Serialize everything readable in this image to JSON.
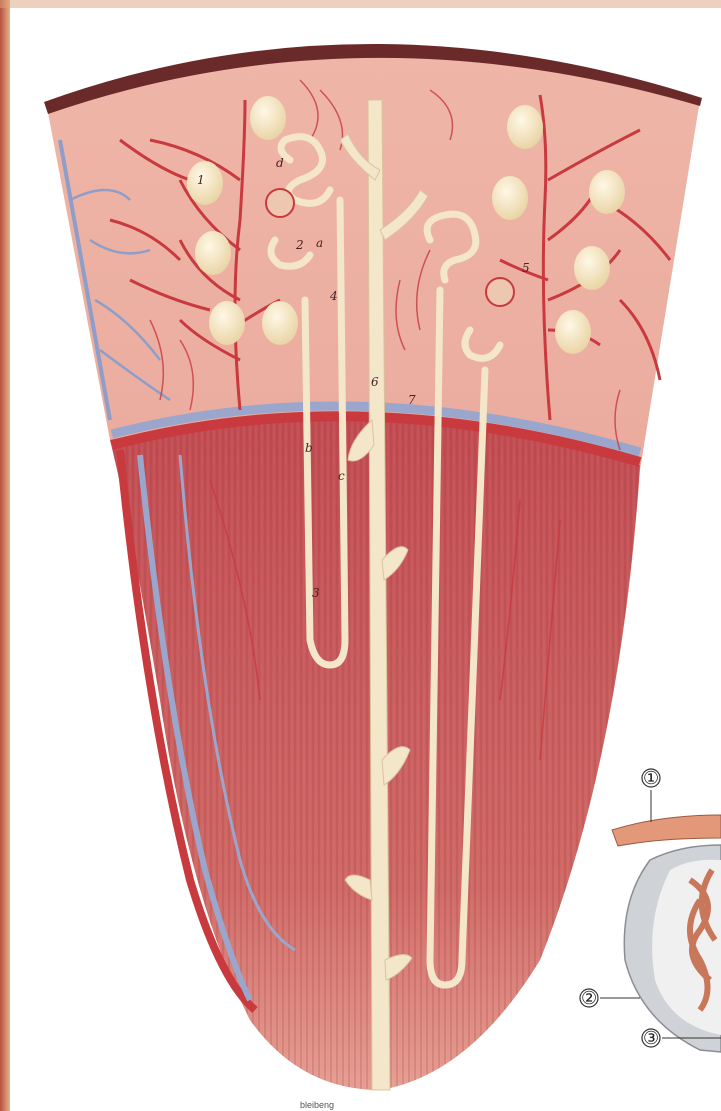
{
  "figure": {
    "caption": "bleibeng",
    "model_labels": [
      "1",
      "2",
      "3",
      "4",
      "5",
      "6",
      "7",
      "a",
      "b",
      "c",
      "d"
    ],
    "inset_labels": [
      "①",
      "②",
      "③"
    ]
  },
  "colors": {
    "cortex": "#e8a49a",
    "medulla": "#c8545a",
    "artery": "#c83a3e",
    "vein": "#8e9ec8",
    "tubule": "#f3e6c9",
    "capsule_rim": "#6b2a2a",
    "background_left": "#b04a4a"
  }
}
